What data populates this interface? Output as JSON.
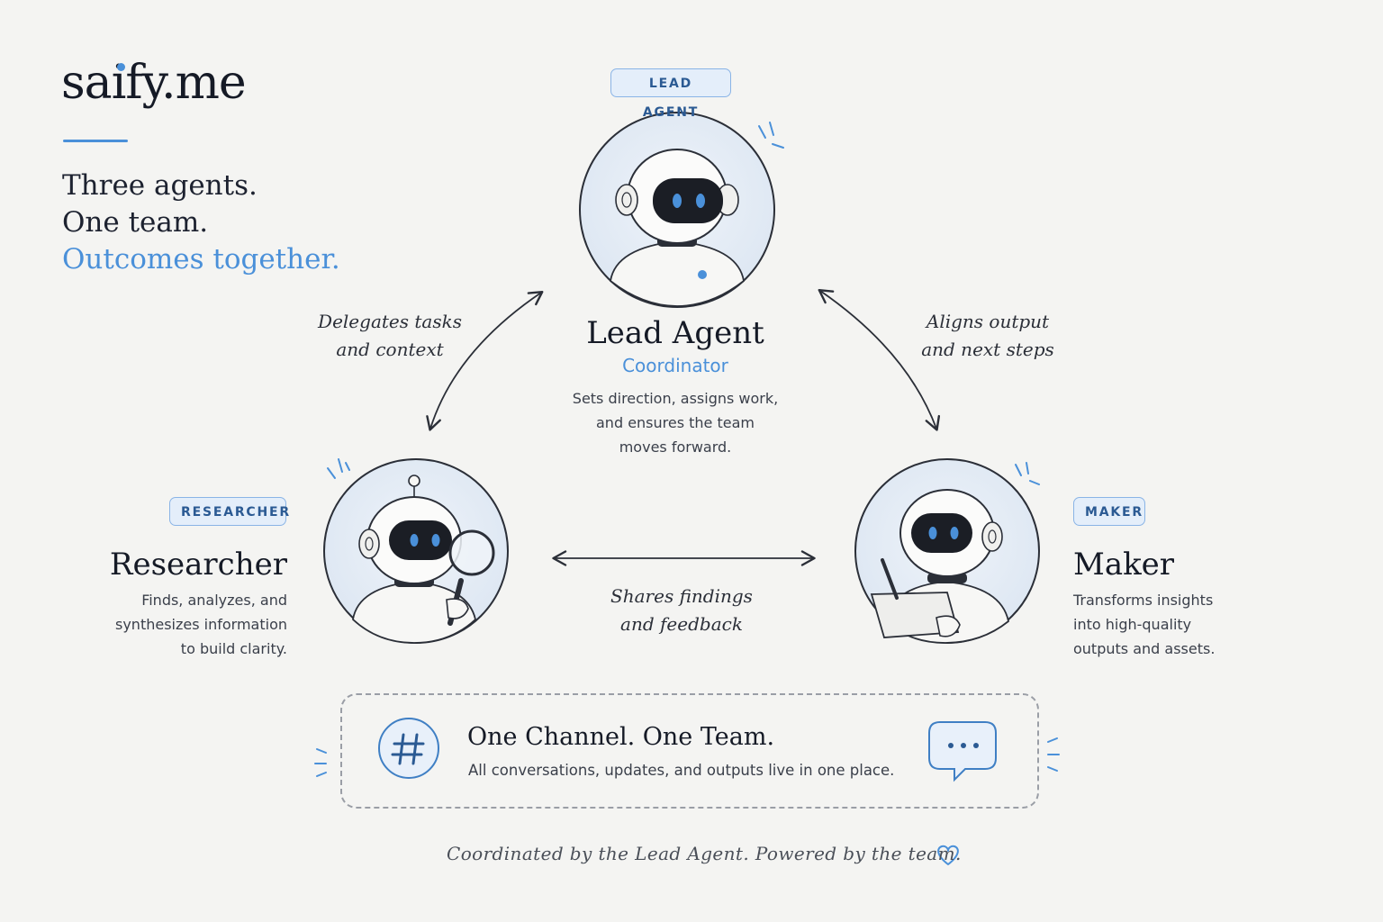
{
  "brand": {
    "name_pre": "sa",
    "name_post": "ify.me",
    "accent_color": "#4a90d9"
  },
  "tagline": {
    "line1": "Three agents.",
    "line2": "One team.",
    "line3": "Outcomes together."
  },
  "lead": {
    "tag": "LEAD AGENT",
    "title": "Lead Agent",
    "role": "Coordinator",
    "desc_lines": [
      "Sets direction, assigns work,",
      "and ensures the team",
      "moves forward."
    ]
  },
  "researcher": {
    "tag": "RESEARCHER",
    "title": "Researcher",
    "desc_lines": [
      "Finds, analyzes, and",
      "synthesizes information",
      "to build clarity."
    ]
  },
  "maker": {
    "tag": "MAKER",
    "title": "Maker",
    "desc_lines": [
      "Transforms insights",
      "into high-quality",
      "outputs and assets."
    ]
  },
  "edges": {
    "delegates": [
      "Delegates tasks",
      "and context"
    ],
    "aligns": [
      "Aligns output",
      "and next steps"
    ],
    "shares": [
      "Shares findings",
      "and feedback"
    ]
  },
  "channel": {
    "title": "One Channel. One Team.",
    "subtitle": "All conversations, updates, and outputs live in one place.",
    "hash_icon": "hash-icon",
    "chat_icon": "chat-bubble-icon"
  },
  "footer": {
    "text": "Coordinated by the Lead Agent. Powered by the team.",
    "icon": "heart-icon"
  },
  "colors": {
    "accent": "#4a90d9",
    "ink": "#1f2430",
    "tag_bg": "#e4eefa",
    "tag_border": "#8ab4e6",
    "circle_bg": "#e3ebf5"
  }
}
